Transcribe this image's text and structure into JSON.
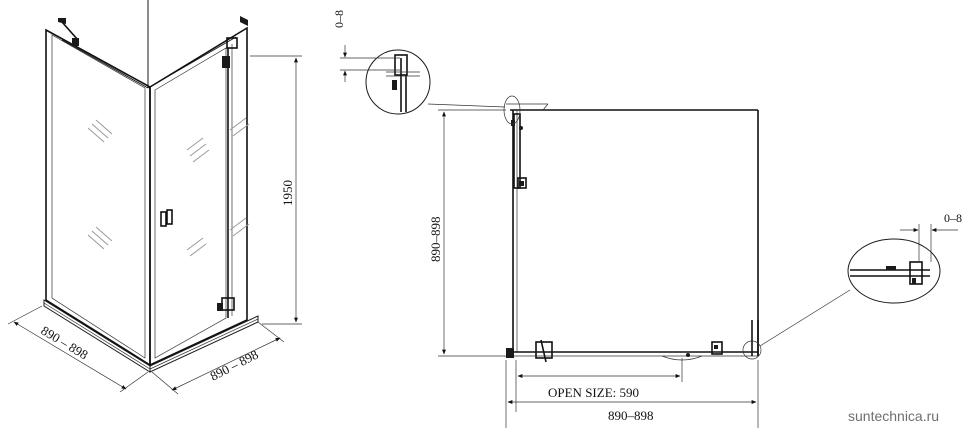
{
  "isometric": {
    "width_left": "890 – 898",
    "width_right": "890 – 898",
    "height": "1950"
  },
  "plan": {
    "gap_top": "0–8",
    "gap_right": "0–8",
    "depth": "890–898",
    "open_size": "OPEN SIZE: 590",
    "width": "890–898"
  },
  "watermark": "suntechnica.ru"
}
